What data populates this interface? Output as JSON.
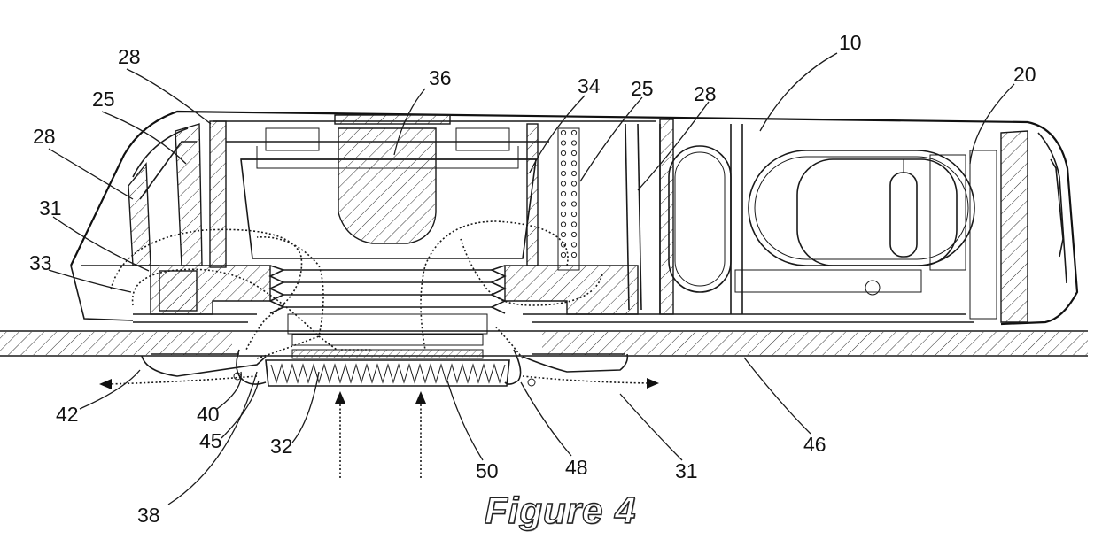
{
  "figure": {
    "caption": "Figure 4",
    "reference_numerals": [
      {
        "id": "ref-10",
        "text": "10"
      },
      {
        "id": "ref-20",
        "text": "20"
      },
      {
        "id": "ref-25a",
        "text": "25"
      },
      {
        "id": "ref-25b",
        "text": "25"
      },
      {
        "id": "ref-28a",
        "text": "28"
      },
      {
        "id": "ref-28b",
        "text": "28"
      },
      {
        "id": "ref-28c",
        "text": "28"
      },
      {
        "id": "ref-31a",
        "text": "31"
      },
      {
        "id": "ref-31b",
        "text": "31"
      },
      {
        "id": "ref-32",
        "text": "32"
      },
      {
        "id": "ref-33",
        "text": "33"
      },
      {
        "id": "ref-34",
        "text": "34"
      },
      {
        "id": "ref-36",
        "text": "36"
      },
      {
        "id": "ref-38",
        "text": "38"
      },
      {
        "id": "ref-40",
        "text": "40"
      },
      {
        "id": "ref-42",
        "text": "42"
      },
      {
        "id": "ref-45",
        "text": "45"
      },
      {
        "id": "ref-46",
        "text": "46"
      },
      {
        "id": "ref-48",
        "text": "48"
      },
      {
        "id": "ref-50",
        "text": "50"
      }
    ]
  }
}
